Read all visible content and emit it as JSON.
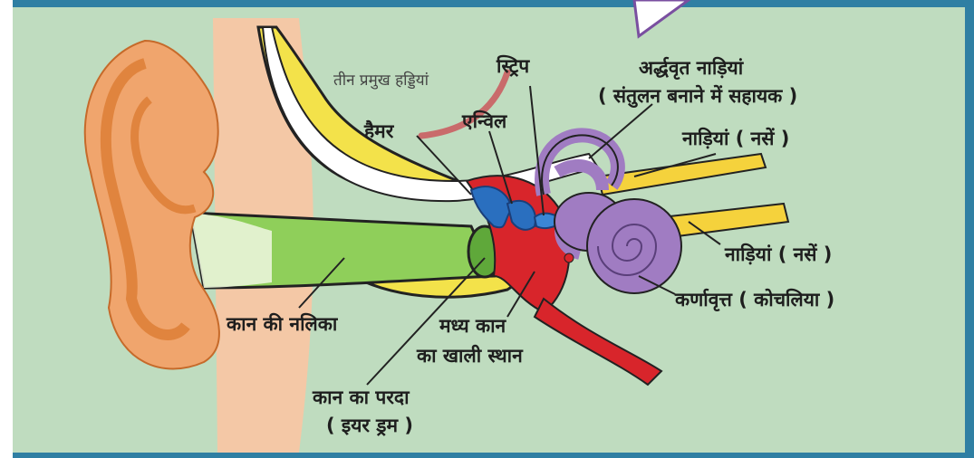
{
  "colors": {
    "background": "#bfdcbf",
    "frame_border": "#2f7fa3",
    "skin": "#f0a56d",
    "skin_dark": "#e0843e",
    "ear_canal": "#8fcf5a",
    "bone_yellow": "#f3e24a",
    "middle_ear_red": "#d8252b",
    "ossicles_blue": "#2a6fbf",
    "inner_ear_purple": "#a07cc2",
    "nerve_yellow": "#f5d23c",
    "bones_arc": "#c96b6b"
  },
  "labels": {
    "three_bones": "तीन प्रमुख हड्डियां",
    "stirrup": "स्ट्रिप",
    "semicircular": "अर्द्धवृत नाड़ियां",
    "semicircular_note": "( संतुलन बनाने में सहायक )",
    "hammer": "हैमर",
    "anvil": "एन्विल",
    "nerves_1": "नाड़ियां ( नसें )",
    "nerves_2": "नाड़ियां ( नसें )",
    "cochlea": "कर्णावृत्त ( कोचलिया )",
    "ear_canal": "कान की नलिका",
    "middle_ear_1": "मध्य कान",
    "middle_ear_2": "का खाली स्थान",
    "ear_drum_1": "कान का परदा",
    "ear_drum_2": "( इयर ड्रम )"
  }
}
